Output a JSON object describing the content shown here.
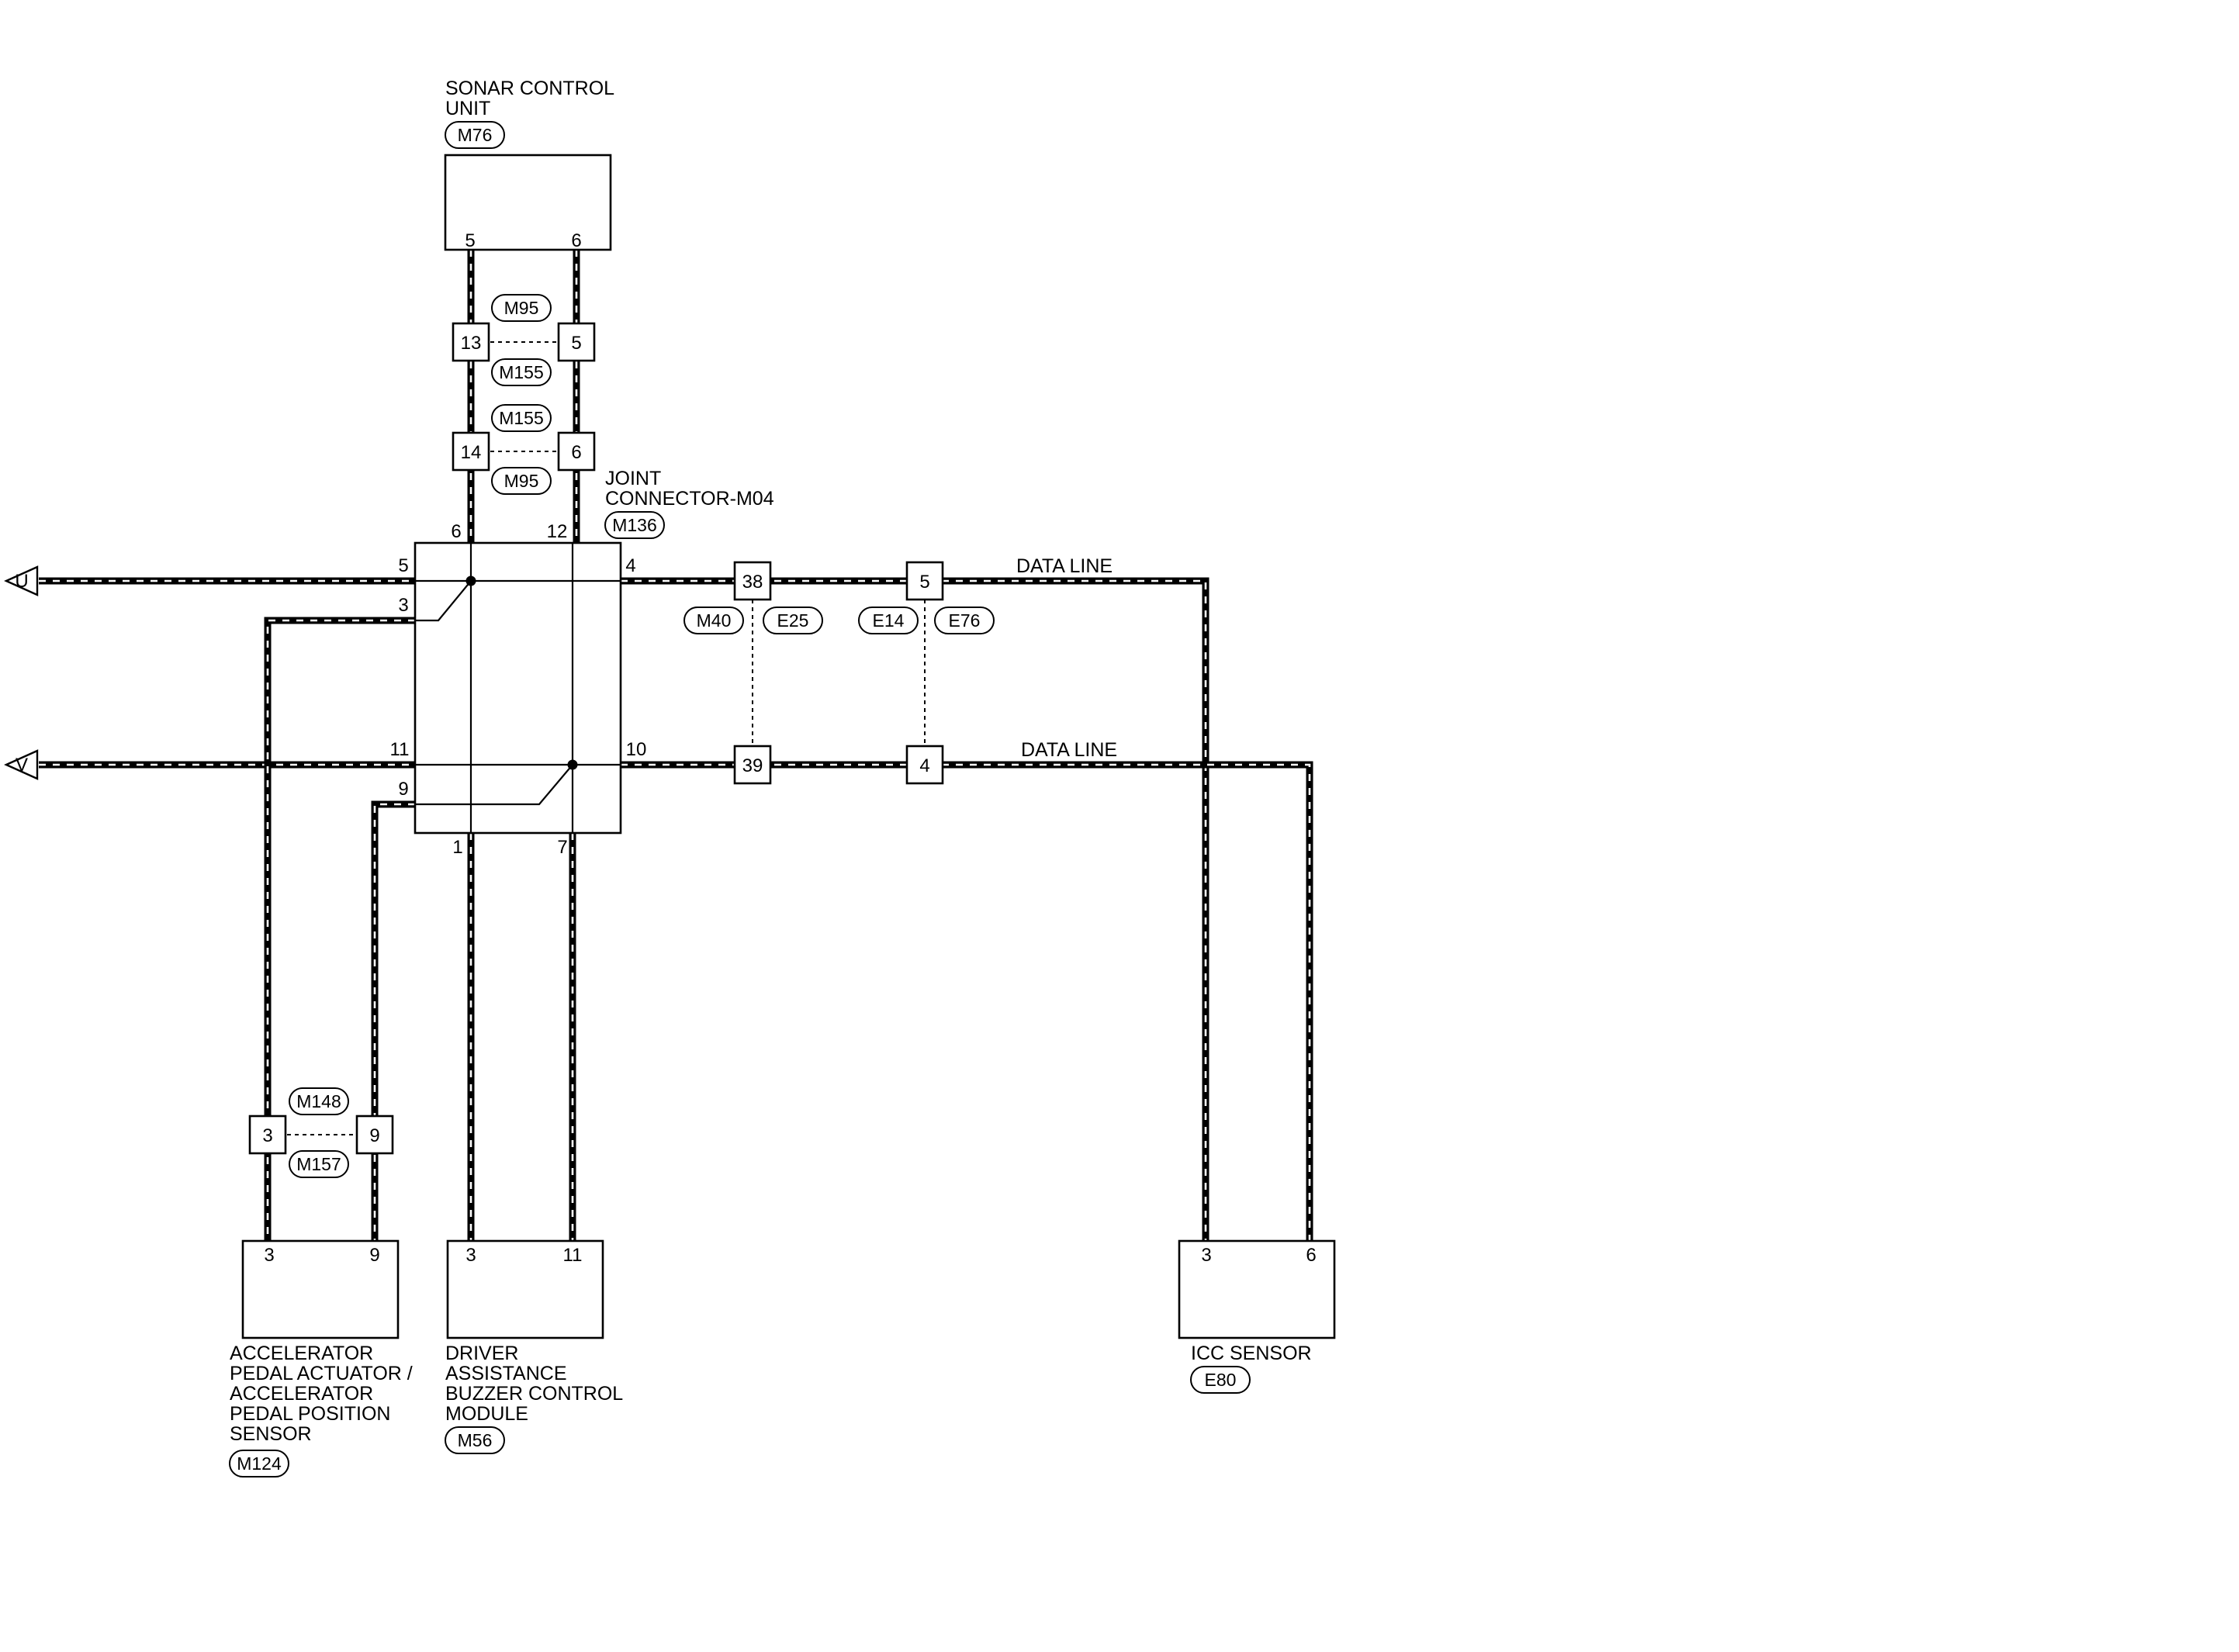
{
  "components": {
    "sonar": {
      "title_lines": [
        "SONAR CONTROL",
        "UNIT"
      ],
      "connector": "M76",
      "pins": [
        "5",
        "6"
      ]
    },
    "joint": {
      "title_lines": [
        "JOINT",
        "CONNECTOR-M04"
      ],
      "connector": "M136",
      "pins": {
        "top_left": "6",
        "top_right": "12",
        "left_1": "5",
        "left_2": "3",
        "left_3": "11",
        "left_4": "9",
        "right_1": "4",
        "right_2": "10",
        "bottom_left": "1",
        "bottom_right": "7"
      }
    },
    "accel": {
      "title_lines": [
        "ACCELERATOR",
        "PEDAL ACTUATOR /",
        "ACCELERATOR",
        "PEDAL POSITION",
        "SENSOR"
      ],
      "connector": "M124",
      "pins": [
        "3",
        "9"
      ]
    },
    "buzzer": {
      "title_lines": [
        "DRIVER",
        "ASSISTANCE",
        "BUZZER CONTROL",
        "MODULE"
      ],
      "connector": "M56",
      "pins": [
        "3",
        "11"
      ]
    },
    "icc": {
      "title_lines": [
        "ICC SENSOR"
      ],
      "connector": "E80",
      "pins": [
        "3",
        "6"
      ]
    }
  },
  "inline_connectors": {
    "m95_m155": {
      "tag_top": "M95",
      "tag_bottom": "M155",
      "pins": [
        "13",
        "5"
      ]
    },
    "m155_m95": {
      "tag_top": "M155",
      "tag_bottom": "M95",
      "pins": [
        "14",
        "6"
      ]
    },
    "m40_e25": {
      "tags": [
        "M40",
        "E25"
      ],
      "pins": [
        "38",
        "39"
      ]
    },
    "e14_e76": {
      "tags": [
        "E14",
        "E76"
      ],
      "pins": [
        "5",
        "4"
      ]
    },
    "m148_m157": {
      "tag_top": "M148",
      "tag_bottom": "M157",
      "pins": [
        "3",
        "9"
      ]
    }
  },
  "offpage_arrows": [
    "U",
    "V"
  ],
  "data_line_labels": [
    "DATA LINE",
    "DATA LINE"
  ]
}
